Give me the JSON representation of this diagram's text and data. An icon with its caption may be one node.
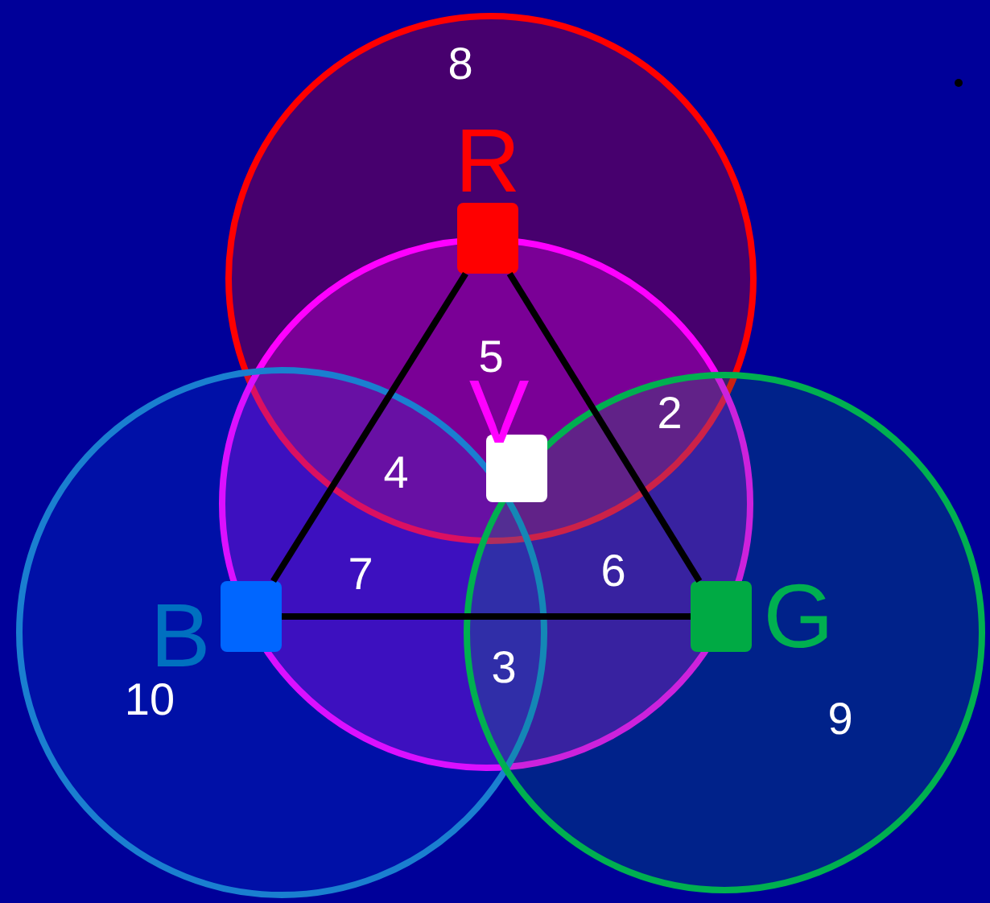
{
  "diagram": {
    "nodes": [
      {
        "text": [],
        "shape": "box",
        "beside": [
          "R"
        ]
      },
      {
        "text": [],
        "shape": "box",
        "beside": [
          "V"
        ]
      },
      {
        "text": [],
        "shape": "box",
        "beside": [
          "B"
        ]
      },
      {
        "text": [],
        "shape": "box",
        "beside": [
          "G"
        ]
      }
    ],
    "edges": [
      {
        "from": 0,
        "to": 2,
        "arrow": "none"
      },
      {
        "from": 0,
        "to": 3,
        "arrow": "none"
      },
      {
        "from": 2,
        "to": 3,
        "arrow": "none"
      }
    ],
    "labels": [
      "8",
      "5",
      "2",
      "4",
      "7",
      "6",
      "3",
      "10",
      "9"
    ]
  }
}
